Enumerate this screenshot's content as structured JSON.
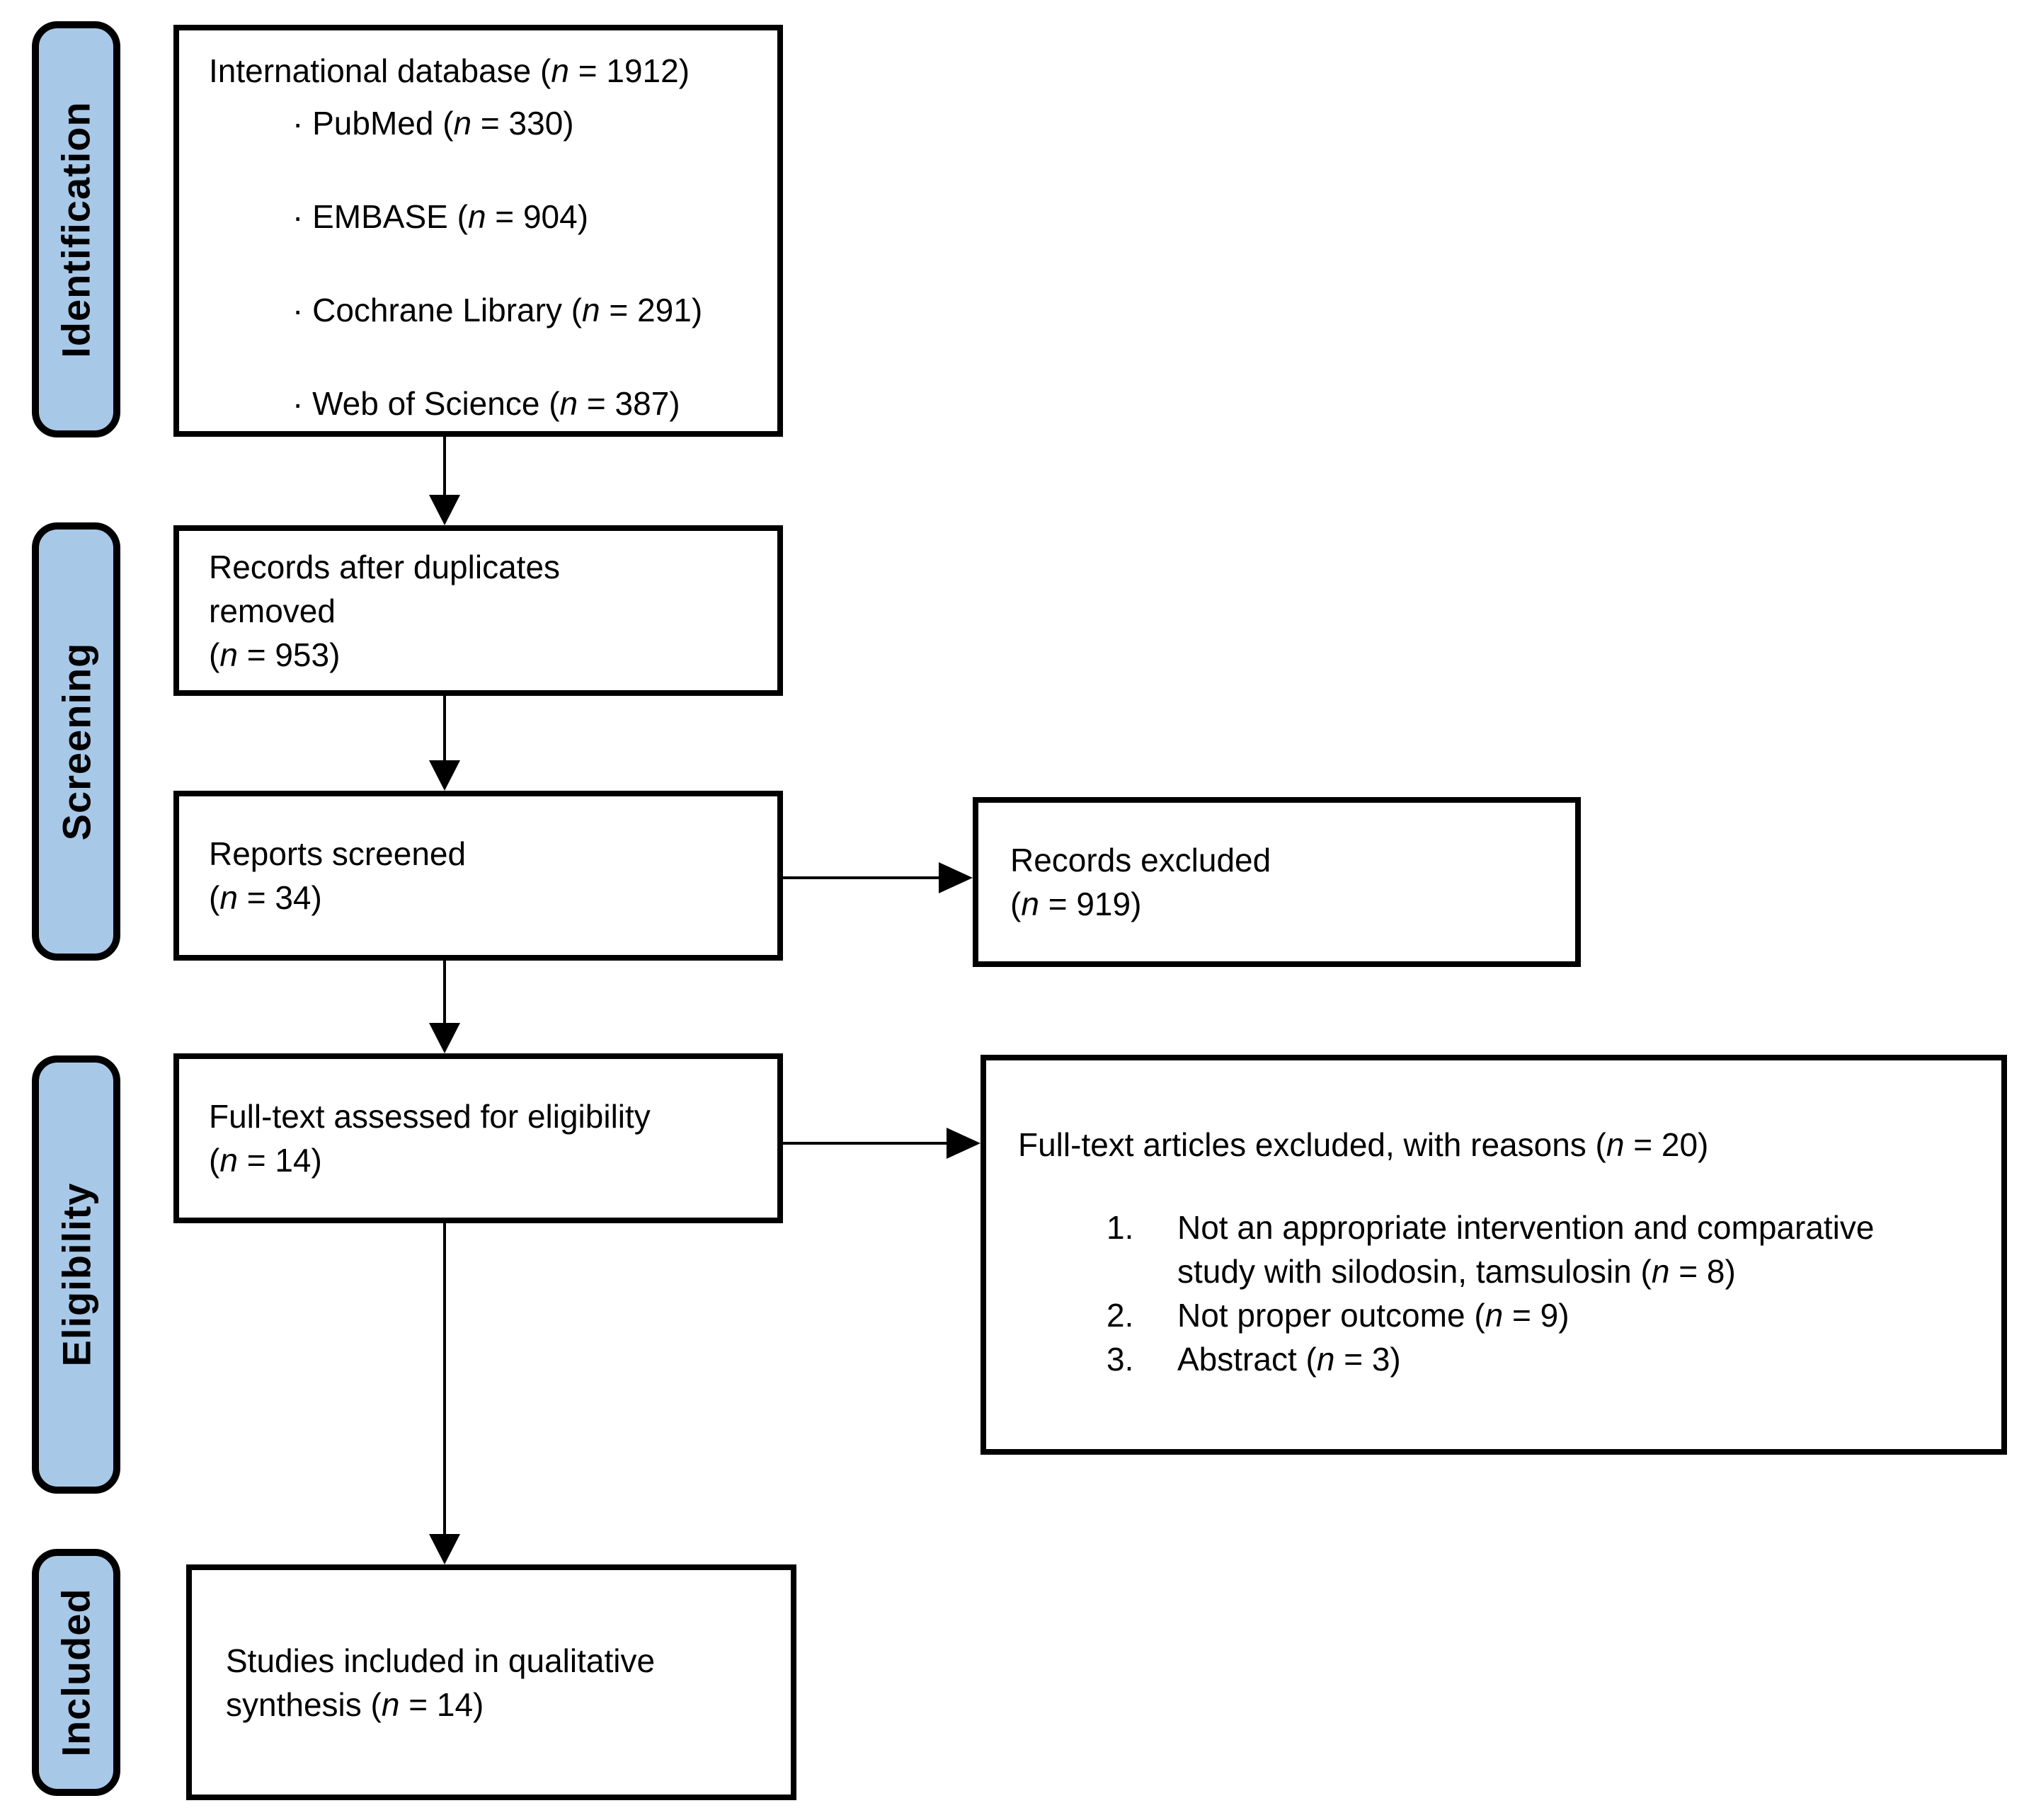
{
  "colors": {
    "stage_fill": "#a8c8e8",
    "stroke": "#000000",
    "box_fill": "#ffffff"
  },
  "stages": [
    {
      "label": "Identification"
    },
    {
      "label": "Screening"
    },
    {
      "label": "Eligibility"
    },
    {
      "label": "Included"
    }
  ],
  "boxes": {
    "sources": {
      "title": {
        "pre": "International database (",
        "n": "n",
        "post": " = 1912)"
      },
      "items": [
        {
          "pre": "· PubMed (",
          "n": "n",
          "post": " = 330)"
        },
        {
          "pre": "· EMBASE (",
          "n": "n",
          "post": " = 904)"
        },
        {
          "pre": "· Cochrane Library (",
          "n": "n",
          "post": " = 291)"
        },
        {
          "pre": "· Web of Science (",
          "n": "n",
          "post": " = 387)"
        }
      ]
    },
    "dedup": {
      "lines": [
        {
          "pre": "Records after duplicates"
        },
        {
          "pre": "removed"
        },
        {
          "pre": "(",
          "n": "n",
          "post": " = 953)"
        }
      ]
    },
    "screened": {
      "lines": [
        {
          "pre": "Reports screened"
        },
        {
          "pre": "(",
          "n": "n",
          "post": " = 34)"
        }
      ]
    },
    "fulltext": {
      "lines": [
        {
          "pre": "Full-text assessed for eligibility"
        },
        {
          "pre": "(",
          "n": "n",
          "post": " = 14)"
        }
      ]
    },
    "included": {
      "lines": [
        {
          "pre": "Studies included in qualitative"
        },
        {
          "pre": "synthesis (",
          "n": "n",
          "post": " = 14)"
        }
      ]
    },
    "records_excluded": {
      "lines": [
        {
          "pre": "Records excluded"
        },
        {
          "pre": "(",
          "n": "n",
          "post": " = 919)"
        }
      ]
    },
    "fulltext_excluded": {
      "title": {
        "pre": "Full-text articles excluded, with reasons (",
        "n": "n",
        "post": " = 20)"
      },
      "reasons": [
        {
          "num": "1.",
          "lines": [
            {
              "pre": "Not an appropriate intervention and comparative"
            },
            {
              "pre": "study with silodosin, tamsulosin (",
              "n": "n",
              "post": " = 8)"
            }
          ]
        },
        {
          "num": "2.",
          "lines": [
            {
              "pre": "Not proper outcome (",
              "n": "n",
              "post": " = 9)"
            }
          ]
        },
        {
          "num": "3.",
          "lines": [
            {
              "pre": "Abstract (",
              "n": "n",
              "post": " = 3)"
            }
          ]
        }
      ]
    }
  }
}
